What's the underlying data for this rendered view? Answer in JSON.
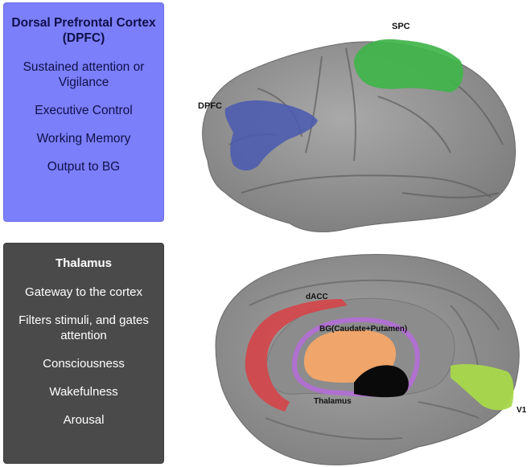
{
  "dpfc_panel": {
    "title": "Dorsal Prefrontal Cortex (DPFC)",
    "items": [
      "Sustained attention or Vigilance",
      "Executive Control",
      "Working Memory",
      "Output to BG"
    ]
  },
  "thalamus_panel": {
    "title": "Thalamus",
    "items": [
      "Gateway to the cortex",
      "Filters stimuli, and gates attention",
      "Consciousness",
      "Wakefulness",
      "Arousal"
    ]
  },
  "lateral_brain": {
    "labels": {
      "spc": "SPC",
      "dpfc": "DPFC"
    }
  },
  "medial_brain": {
    "labels": {
      "dacc": "dACC",
      "bg": "BG(Caudate+Putamen)",
      "thalamus": "Thalamus",
      "v1": "V1"
    }
  },
  "colors": {
    "dpfc_panel": "#7b7ff9",
    "thalamus_panel": "#4a4a4a",
    "spc_region": "#3fb44a",
    "dpfc_region": "#4b5bb0",
    "dacc_region": "#d4454a",
    "bg_region": "#f0a56a",
    "bg_outline": "#b070d0",
    "v1_region": "#a8d84a"
  }
}
